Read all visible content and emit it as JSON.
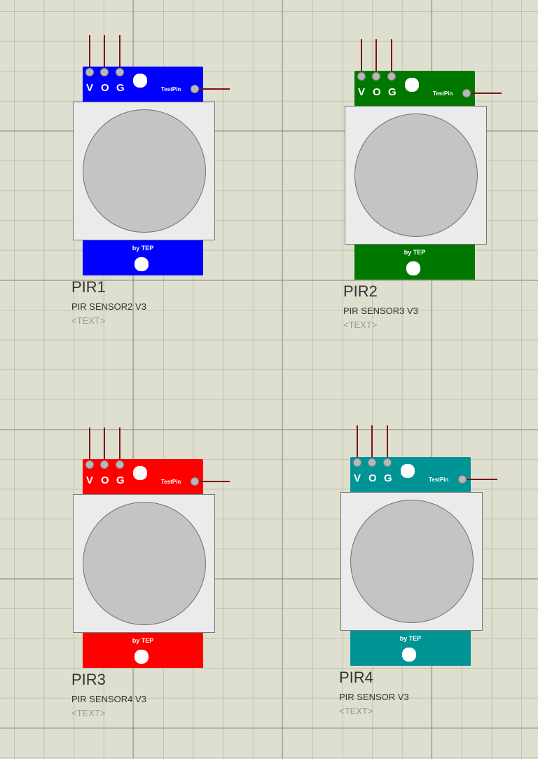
{
  "components": [
    {
      "ref": "PIR1",
      "value": "PIR SENSOR2 V3",
      "text": "<TEXT>",
      "color": "#0000ff",
      "pins": [
        "V",
        "O",
        "G"
      ],
      "test_pin": "TestPin",
      "footer": "by TEP"
    },
    {
      "ref": "PIR2",
      "value": "PIR SENSOR3 V3",
      "text": "<TEXT>",
      "color": "#007800",
      "pins": [
        "V",
        "O",
        "G"
      ],
      "test_pin": "TestPin",
      "footer": "by TEP"
    },
    {
      "ref": "PIR3",
      "value": "PIR SENSOR4 V3",
      "text": "<TEXT>",
      "color": "#ff0000",
      "pins": [
        "V",
        "O",
        "G"
      ],
      "test_pin": "TestPin",
      "footer": "by TEP"
    },
    {
      "ref": "PIR4",
      "value": "PIR SENSOR V3",
      "text": "<TEXT>",
      "color": "#009494",
      "pins": [
        "V",
        "O",
        "G"
      ],
      "test_pin": "TestPin",
      "footer": "by TEP"
    }
  ],
  "colors": {
    "wire": "#7a1414",
    "grid_background": "#dfdfd0",
    "pin": "#b8b8b8"
  }
}
